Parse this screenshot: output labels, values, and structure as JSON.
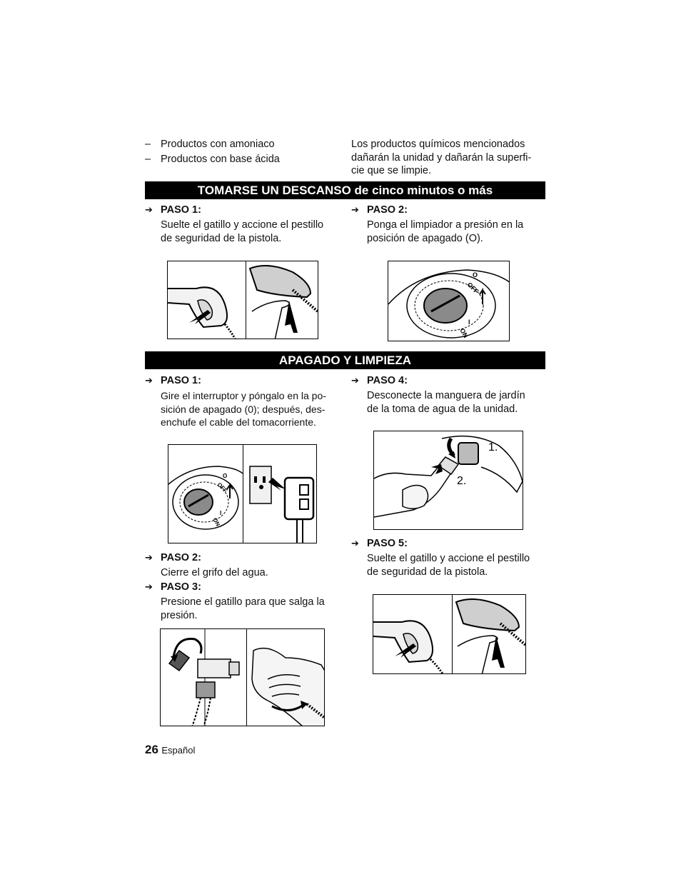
{
  "intro": {
    "list": [
      "Productos con amoniaco",
      "Productos con base ácida"
    ],
    "dash": "–",
    "note": [
      "Los productos químicos mencionados",
      "dañarán la unidad y dañarán la superfi-",
      "cie que se limpie."
    ]
  },
  "section1": {
    "title": "TOMARSE UN DESCANSO de cinco minutos o más",
    "step1": {
      "label": "PASO 1:",
      "lines": [
        "Suelte el gatillo y accione el pestillo",
        "de seguridad de la pistola."
      ]
    },
    "step2": {
      "label": "PASO 2:",
      "lines": [
        "Ponga el limpiador a presión en la",
        "posición de apagado (O)."
      ]
    }
  },
  "section2": {
    "title": "APAGADO Y LIMPIEZA",
    "step1": {
      "label": "PASO 1:",
      "lines": [
        "Gire el interruptor y póngalo en la po-",
        "sición de apagado (0); después, des-",
        "enchufe el cable del tomacorriente."
      ]
    },
    "step2": {
      "label": "PASO 2:",
      "lines": [
        "Cierre el grifo del agua."
      ]
    },
    "step3": {
      "label": "PASO 3:",
      "lines": [
        "Presione el gatillo para que salga la",
        "presión."
      ]
    },
    "step4": {
      "label": "PASO 4:",
      "lines": [
        "Desconecte la manguera de jardín",
        "de la toma de agua de la unidad."
      ]
    },
    "step5": {
      "label": "PASO 5:",
      "lines": [
        "Suelte el gatillo y accione el pestillo",
        "de seguridad de la pistola."
      ]
    }
  },
  "figures": {
    "switch_off": "OFF",
    "switch_on": "ON",
    "switch_o": "O",
    "switch_i": "I",
    "callout_1": "1.",
    "callout_2": "2."
  },
  "footer": {
    "page_number": "26",
    "language": "Español"
  },
  "arrow_glyph": "➔"
}
